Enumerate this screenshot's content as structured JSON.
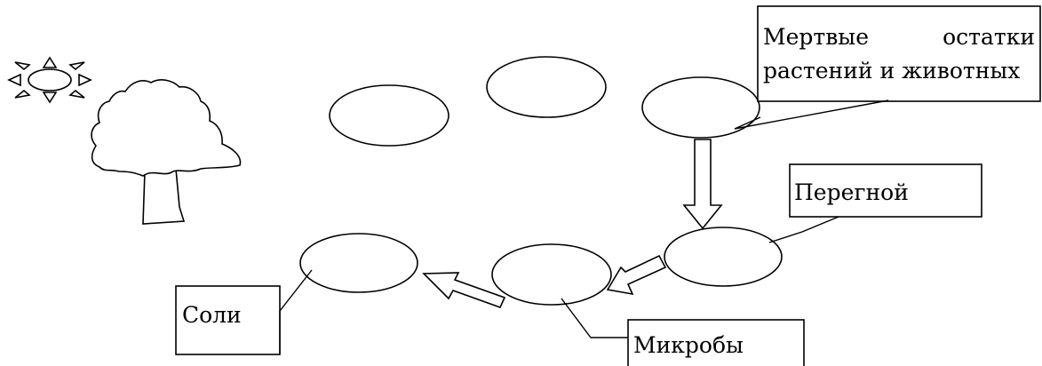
{
  "labels": {
    "dead_remains_line1": "Мертвые",
    "dead_remains_line1b": "остатки",
    "dead_remains_line2": "растений и животных",
    "humus": "Перегной",
    "salts": "Соли",
    "microbes": "Микробы"
  },
  "icons": {
    "sun": "sun-icon",
    "tree": "tree-icon"
  }
}
